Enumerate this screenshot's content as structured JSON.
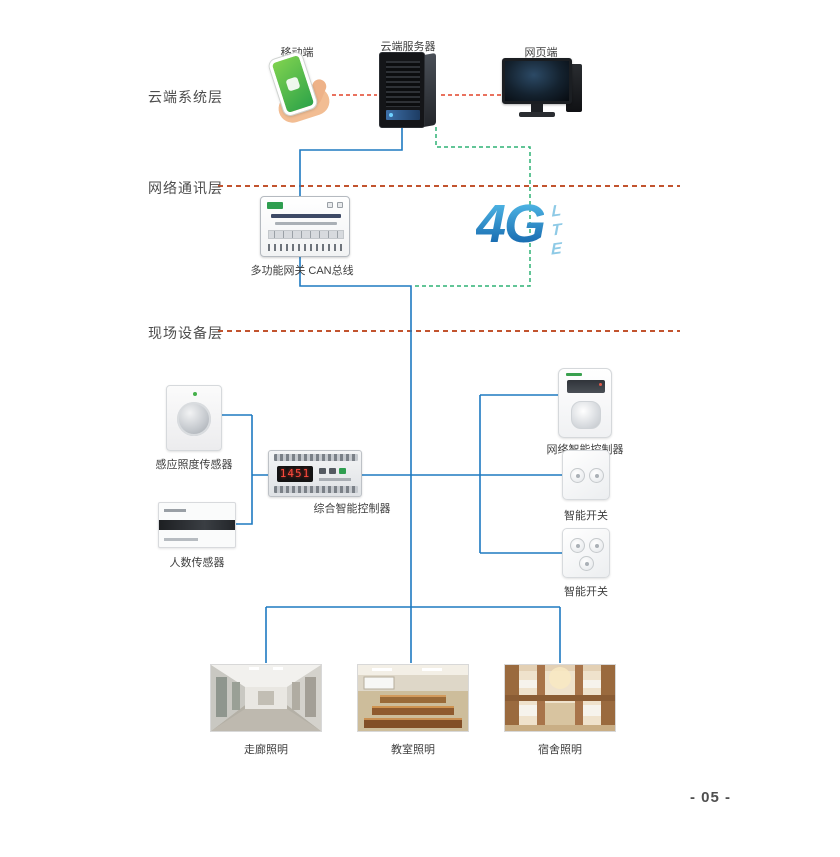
{
  "page": {
    "number": "- 05 -"
  },
  "layers": {
    "cloud": "云端系统层",
    "network": "网络通讯层",
    "field": "现场设备层"
  },
  "cloud": {
    "mobile_label": "移动端",
    "server_label": "云端服务器",
    "web_label": "网页端"
  },
  "network": {
    "gateway_label": "多功能网关",
    "canbus_label": "CAN总线",
    "logo_4g": "4G",
    "logo_lte": "LTE"
  },
  "field": {
    "light_sensor_label": "感应照度传感器",
    "people_sensor_label": "人数传感器",
    "controller_label": "综合智能控制器",
    "controller_display": "1451",
    "network_controller_label": "网络智能控制器",
    "switch1_label": "智能开关",
    "switch2_label": "智能开关"
  },
  "scenes": {
    "corridor_label": "走廊照明",
    "classroom_label": "教室照明",
    "dorm_label": "宿舍照明"
  },
  "colors": {
    "connector_blue": "#1e7ac1",
    "connector_red": "#e2442a",
    "connector_green": "#2eb275",
    "layer_rule": "#c2532e",
    "logo_blue_top": "#54bdea",
    "logo_blue_bottom": "#1060a8",
    "phone_green": "#3fb94f"
  }
}
